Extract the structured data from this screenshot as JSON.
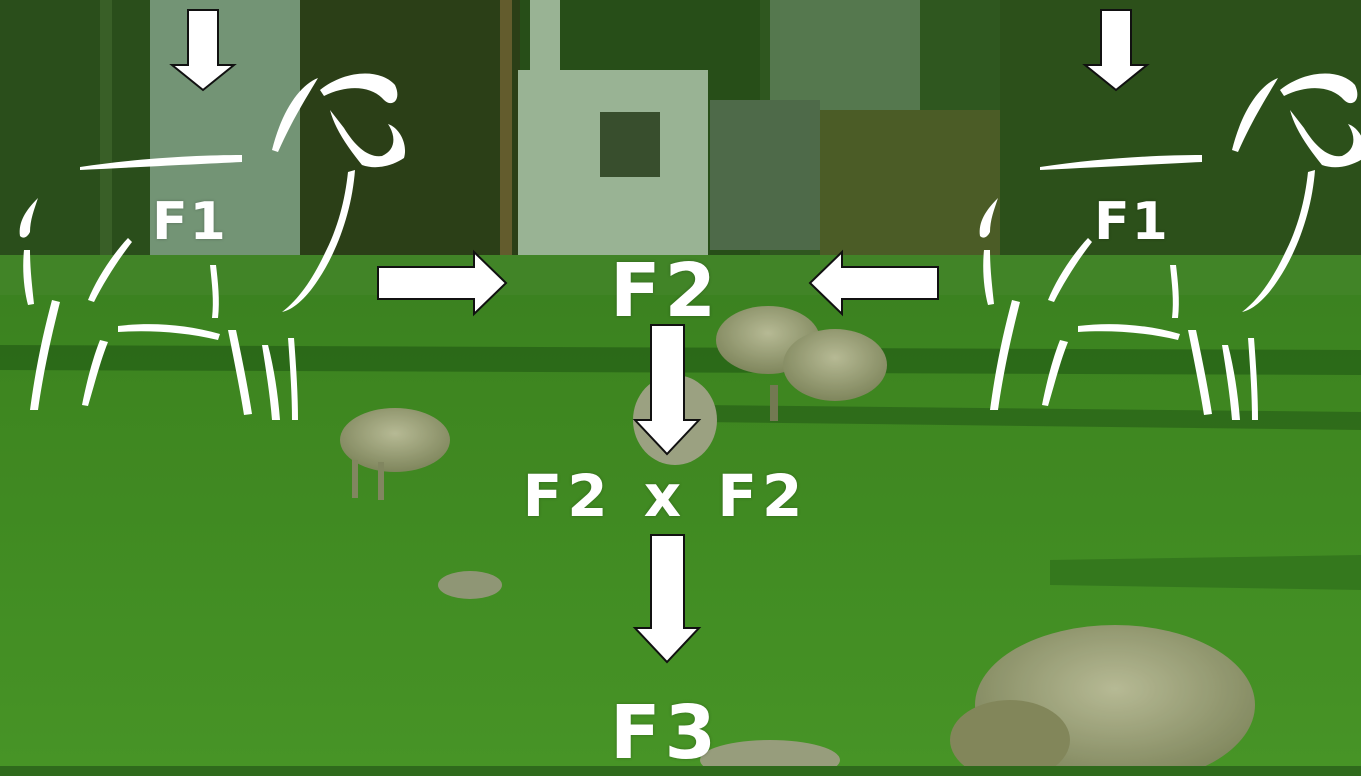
{
  "diagram": {
    "parent_left": "F1",
    "parent_right": "F1",
    "offspring": "F2",
    "cross": "F2 x F2",
    "result": "F3"
  },
  "colors": {
    "text": "#ffffff",
    "arrow_fill": "#ffffff",
    "arrow_stroke": "#111111",
    "pasture": "#3f8a22",
    "overlay_tint": "#2e6e1a"
  },
  "icons": [
    "sheep-outline-icon",
    "arrow-down-icon",
    "arrow-right-icon",
    "arrow-left-icon"
  ]
}
